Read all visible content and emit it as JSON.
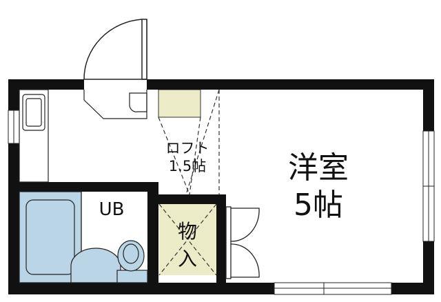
{
  "rooms": {
    "western_room": {
      "name": "洋室",
      "size": "5帖"
    },
    "unit_bath": {
      "name": "UB"
    },
    "loft": {
      "line1": "ロフト",
      "line2": "1.5帖"
    },
    "storage": {
      "line1": "物",
      "line2": "入"
    }
  },
  "colors": {
    "wall": "#111111",
    "bath_fill": "#b9d5e6",
    "storage_fill": "#ecebc8",
    "background": "#ffffff",
    "thin_line": "#222222"
  }
}
